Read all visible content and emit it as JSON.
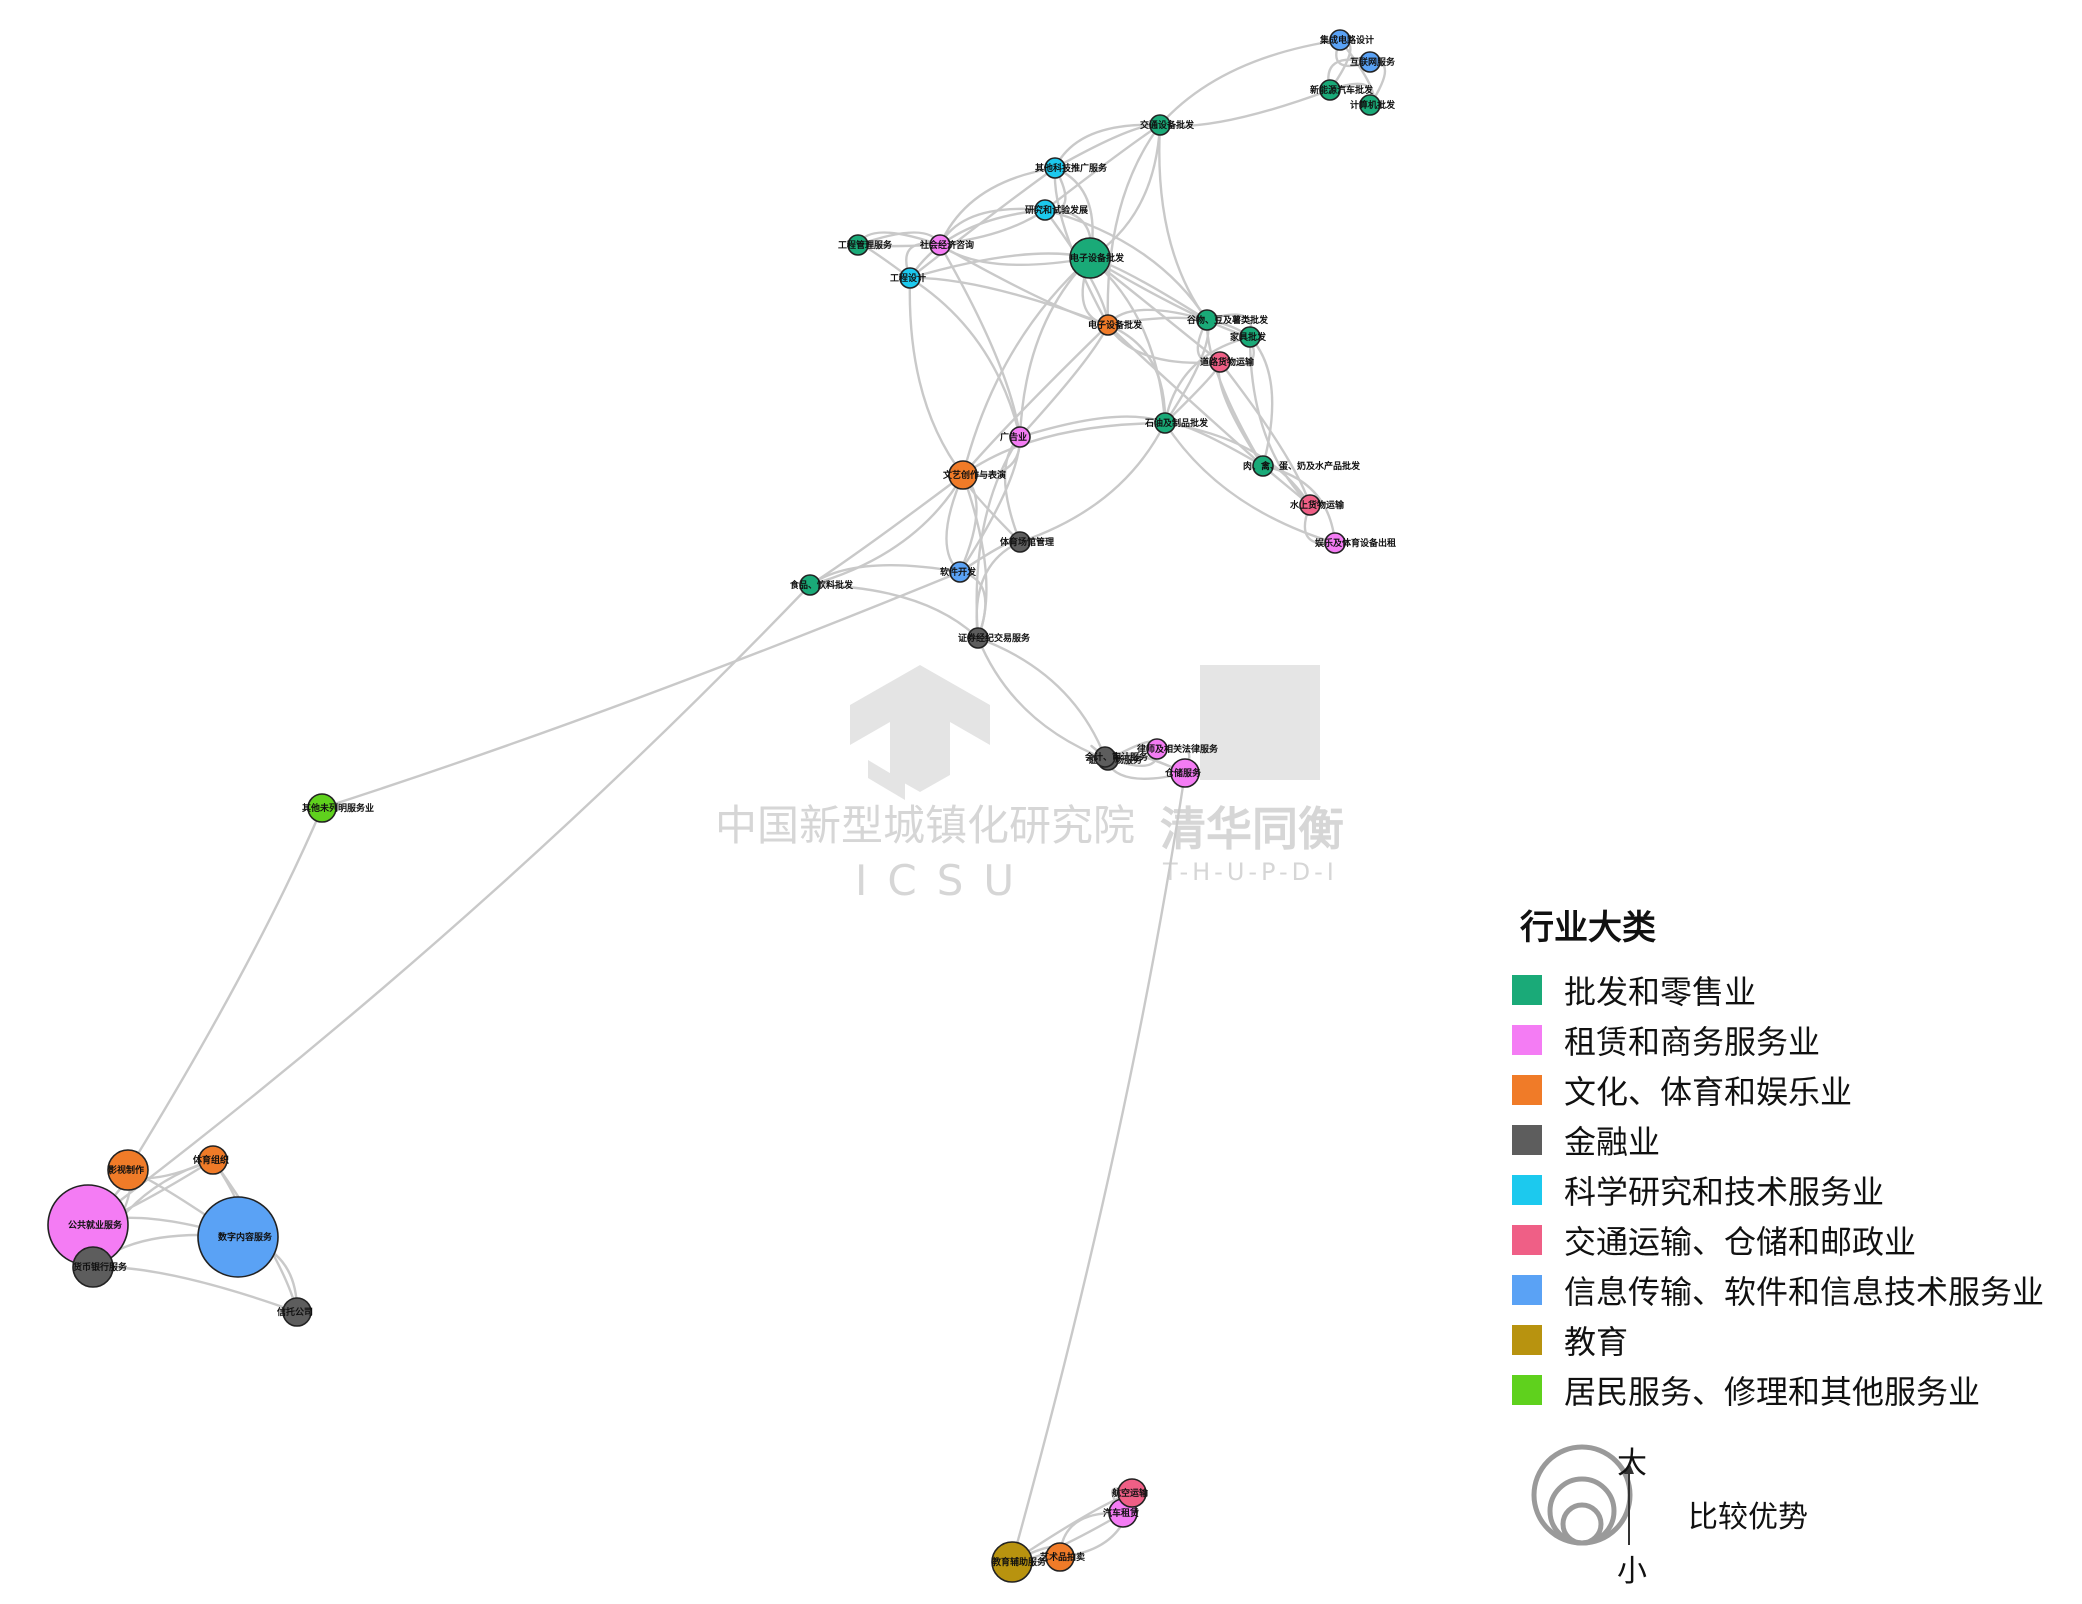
{
  "legend": {
    "title": "行业大类",
    "categories": [
      {
        "name": "批发和零售业",
        "color": "#1aaa78"
      },
      {
        "name": "租赁和商务服务业",
        "color": "#f47cf4"
      },
      {
        "name": "文化、体育和娱乐业",
        "color": "#f07b28"
      },
      {
        "name": "金融业",
        "color": "#5d5d5d"
      },
      {
        "name": "科学研究和技术服务业",
        "color": "#1cc9ee"
      },
      {
        "name": "交通运输、仓储和邮政业",
        "color": "#ef5f86"
      },
      {
        "name": "信息传输、软件和信息技术服务业",
        "color": "#5aa2f5"
      },
      {
        "name": "教育",
        "color": "#b8930f"
      },
      {
        "name": "居民服务、修理和其他服务业",
        "color": "#5fd11d"
      }
    ],
    "size_title": "比较优势",
    "size_big": "大",
    "size_small": "小"
  },
  "watermark": {
    "cn": "中国新型城镇化研究院",
    "en": "ICSU",
    "brand_cn": "清华同衡",
    "brand_en": "T-H-U-P-D-I"
  },
  "nodes": [
    {
      "label": "集成电路设计",
      "cat": 6,
      "s": 1
    },
    {
      "label": "互联网服务",
      "cat": 6,
      "s": 1
    },
    {
      "label": "新能源汽车批发",
      "cat": 0,
      "s": 1
    },
    {
      "label": "交通设备批发",
      "cat": 0,
      "s": 1
    },
    {
      "label": "计算机批发",
      "cat": 0,
      "s": 1
    },
    {
      "label": "其他科技推广服务",
      "cat": 4,
      "s": 1
    },
    {
      "label": "电子设备批发",
      "cat": 0,
      "s": 3
    },
    {
      "label": "电子设备批发",
      "cat": 2,
      "s": 1
    },
    {
      "label": "研究和试验发展",
      "cat": 4,
      "s": 1
    },
    {
      "label": "谷物、豆及薯类批发",
      "cat": 0,
      "s": 1
    },
    {
      "label": "家具批发",
      "cat": 0,
      "s": 1
    },
    {
      "label": "道路货物运输",
      "cat": 5,
      "s": 1
    },
    {
      "label": "石油及制品批发",
      "cat": 0,
      "s": 1
    },
    {
      "label": "肉、禽、蛋、奶及水产品批发",
      "cat": 0,
      "s": 1
    },
    {
      "label": "水上货物运输",
      "cat": 5,
      "s": 1
    },
    {
      "label": "娱乐及体育设备出租",
      "cat": 1,
      "s": 1
    },
    {
      "label": "社会经济咨询",
      "cat": 1,
      "s": 1
    },
    {
      "label": "工程管理服务",
      "cat": 0,
      "s": 1
    },
    {
      "label": "工程设计",
      "cat": 4,
      "s": 1
    },
    {
      "label": "广告业",
      "cat": 1,
      "s": 1
    },
    {
      "label": "软件开发",
      "cat": 6,
      "s": 1
    },
    {
      "label": "证券经纪交易服务",
      "cat": 3,
      "s": 1
    },
    {
      "label": "文艺创作与表演",
      "cat": 2,
      "s": 2
    },
    {
      "label": "体育场馆管理",
      "cat": 3,
      "s": 1
    },
    {
      "label": "食品、饮料批发",
      "cat": 0,
      "s": 1
    },
    {
      "label": "仓储服务",
      "cat": 1,
      "s": 2
    },
    {
      "label": "证券市场服务",
      "cat": 3,
      "s": 1
    },
    {
      "label": "律师及相关法律服务",
      "cat": 1,
      "s": 1
    },
    {
      "label": "会计、审计服务",
      "cat": 3,
      "s": 1
    },
    {
      "label": "公共就业服务",
      "cat": 1,
      "s": 6
    },
    {
      "label": "数字内容服务",
      "cat": 6,
      "s": 6
    },
    {
      "label": "影视制作",
      "cat": 2,
      "s": 3
    },
    {
      "label": "体育组织",
      "cat": 2,
      "s": 2
    },
    {
      "label": "货币银行服务",
      "cat": 3,
      "s": 3
    },
    {
      "label": "信托公司",
      "cat": 3,
      "s": 2
    },
    {
      "label": "其他未列明服务业",
      "cat": 8,
      "s": 2
    },
    {
      "label": "教育辅助服务",
      "cat": 7,
      "s": 3
    },
    {
      "label": "艺术品拍卖",
      "cat": 2,
      "s": 2
    },
    {
      "label": "汽车租赁",
      "cat": 1,
      "s": 2
    },
    {
      "label": "航空运输",
      "cat": 5,
      "s": 2
    }
  ]
}
